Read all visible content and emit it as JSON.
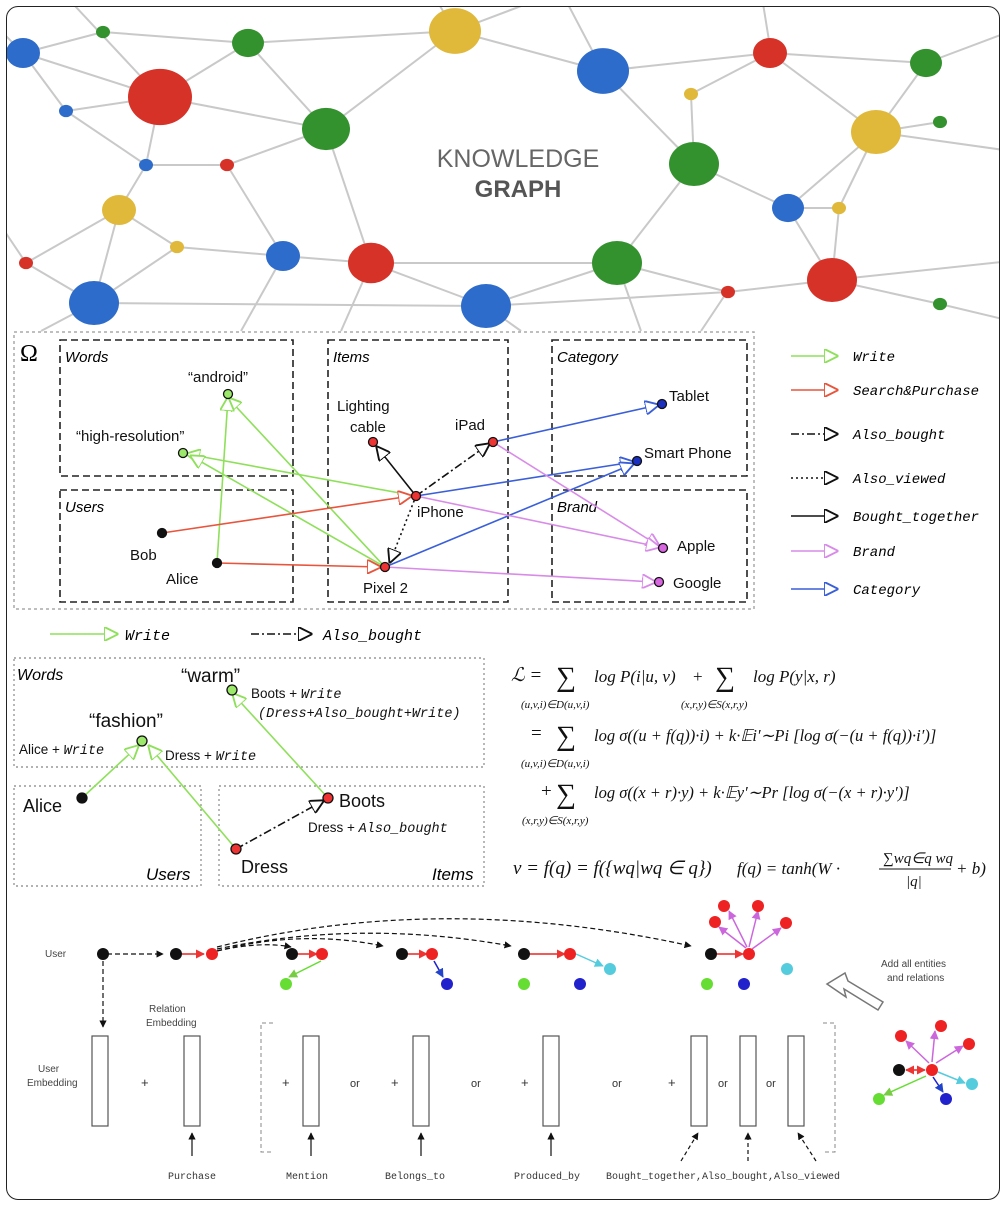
{
  "banner": {
    "title_line1": "KNOWLEDGE",
    "title_line2": "GRAPH"
  },
  "kg_diagram": {
    "omega": "Ω",
    "boxes": {
      "words": "Words",
      "items": "Items",
      "category": "Category",
      "users": "Users",
      "brand": "Brand"
    },
    "nodes": {
      "android": "“android”",
      "high_resolution": "“high-resolution”",
      "bob": "Bob",
      "alice": "Alice",
      "lighting": "Lighting",
      "cable": "cable",
      "ipad": "iPad",
      "iphone": "iPhone",
      "pixel2": "Pixel 2",
      "tablet": "Tablet",
      "smartphone": "Smart Phone",
      "apple": "Apple",
      "google": "Google"
    },
    "legend": [
      {
        "label": "Write",
        "color": "#8ee05a",
        "style": "solid"
      },
      {
        "label": "Search&Purchase",
        "color": "#e8553c",
        "style": "solid"
      },
      {
        "label": "Also_bought",
        "color": "#111111",
        "style": "dashdot"
      },
      {
        "label": "Also_viewed",
        "color": "#111111",
        "style": "dotted"
      },
      {
        "label": "Bought_together",
        "color": "#111111",
        "style": "solid"
      },
      {
        "label": "Brand",
        "color": "#d88ce8",
        "style": "solid"
      },
      {
        "label": "Category",
        "color": "#3a5fd8",
        "style": "solid"
      }
    ]
  },
  "example": {
    "legend_write": "Write",
    "legend_also_bought": "Also_bought",
    "boxes": {
      "words": "Words",
      "users": "Users",
      "items": "Items"
    },
    "nodes": {
      "warm": "“warm”",
      "fashion": "“fashion”",
      "alice": "Alice",
      "boots": "Boots",
      "dress": "Dress"
    },
    "labels": {
      "boots_write_1": "Boots + ",
      "boots_write_2": "Write",
      "dress_chain": "(Dress+Also_bought+Write)",
      "alice_write_1": "Alice + ",
      "alice_write_2": "Write",
      "dress_write_1": "Dress + ",
      "dress_write_2": "Write",
      "dress_ab_1": "Dress + ",
      "dress_ab_2": "Also_bought"
    }
  },
  "equations": {
    "loss_lhs": "ℒ =",
    "sum": "∑",
    "term1": "log P(i|u, v)",
    "plus": "+",
    "term2": "log P(y|x, r)",
    "sub1": "(u,v,i)∈D(u,v,i)",
    "sub2": "(x,r,y)∈S(x,r,y)",
    "eq": "=",
    "term3": "log σ((u + f(q))·i) + k·𝔼i′∼Pi [log σ(−(u + f(q))·i′)]",
    "term4": "log σ((x + r)·y) + k·𝔼y′∼Pr [log σ(−(x + r)·y′)]",
    "v_def": "v = f(q) = f({wq|wq ∈ q})",
    "f_def": "f(q) = tanh(W ·",
    "f_num": "∑wq∈q wq",
    "f_den": "|q|",
    "f_tail": "+ b)"
  },
  "pipeline": {
    "user": "User",
    "relation_embedding_1": "Relation",
    "relation_embedding_2": "Embedding",
    "user_embedding_1": "User",
    "user_embedding_2": "Embedding",
    "add_all_1": "Add all entities",
    "add_all_2": "and relations",
    "plus": "+",
    "or": "or",
    "relations": [
      "Purchase",
      "Mention",
      "Belongs_to",
      "Produced_by",
      "Bought_together,Also_bought,Also_viewed"
    ]
  }
}
